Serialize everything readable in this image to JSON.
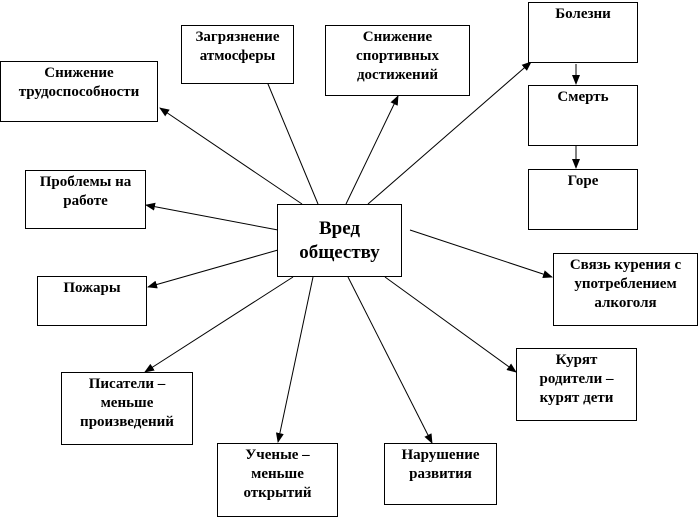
{
  "diagram": {
    "center": "Вред\nобществу",
    "nodes": {
      "work_capacity": "Снижение\nтрудоспособности",
      "air_pollution": "Загрязнение\nатмосферы",
      "sports": "Снижение\nспортивных\nдостижений",
      "diseases": "Болезни",
      "death": "Смерть",
      "grief": "Горе",
      "work_problems": "Проблемы на\nработе",
      "fires": "Пожары",
      "alcohol_link": "Связь курения с\nупотреблением\nалкоголя",
      "writers": "Писатели –\nменьше\nпроизведений",
      "parents": "Курят\nродители –\nкурят дети",
      "scientists": "Ученые –\nменьше\nоткрытий",
      "development": "Нарушение\nразвития"
    }
  }
}
